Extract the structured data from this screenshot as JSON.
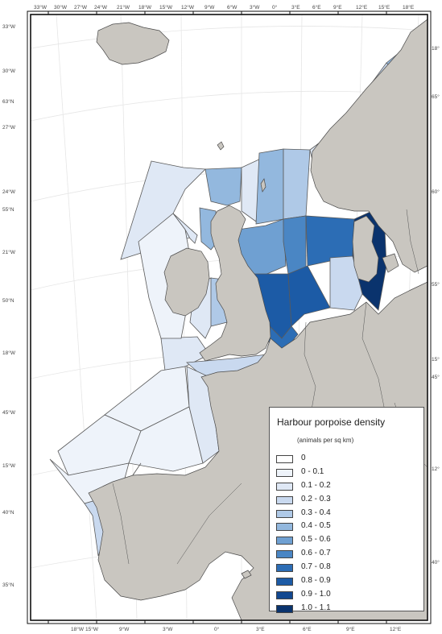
{
  "map": {
    "legend": {
      "title": "Harbour porpoise density",
      "subtitle": "(animals per sq km)",
      "items": [
        {
          "label": "0",
          "color": "#ffffff"
        },
        {
          "label": "0 - 0.1",
          "color": "#eef3fa"
        },
        {
          "label": "0.1 - 0.2",
          "color": "#dfe8f5"
        },
        {
          "label": "0.2 - 0.3",
          "color": "#c9d9ef"
        },
        {
          "label": "0.3 - 0.4",
          "color": "#afc9e7"
        },
        {
          "label": "0.4 - 0.5",
          "color": "#93b8de"
        },
        {
          "label": "0.5 - 0.6",
          "color": "#6fa0d2"
        },
        {
          "label": "0.6 - 0.7",
          "color": "#4a86c4"
        },
        {
          "label": "0.7 - 0.8",
          "color": "#2c6db5"
        },
        {
          "label": "0.8 - 0.9",
          "color": "#1c5ba6"
        },
        {
          "label": "0.9 - 1.0",
          "color": "#124890"
        },
        {
          "label": "1.0 - 1.1",
          "color": "#0a336d"
        }
      ]
    },
    "top_ticks": [
      "33°W",
      "30°W",
      "27°W",
      "24°W",
      "21°W",
      "18°W",
      "15°W",
      "12°W",
      "9°W",
      "6°W",
      "3°W",
      "0°",
      "3°E",
      "6°E",
      "9°E",
      "12°E",
      "15°E",
      "18°E"
    ],
    "bottom_ticks": [
      "18°W",
      "15°W",
      "9°W",
      "3°W",
      "0°",
      "3°E",
      "6°E",
      "9°E",
      "12°E"
    ],
    "left_ticks": [
      "33°W",
      "30°W",
      "63°N",
      "27°W",
      "24°W",
      "55°N",
      "21°W",
      "50°N",
      "18°W",
      "45°W",
      "15°W",
      "40°N",
      "35°N"
    ],
    "right_ticks": [
      "18°",
      "65°",
      "60°",
      "55°",
      "15°",
      "45°",
      "12°",
      "40°"
    ]
  }
}
